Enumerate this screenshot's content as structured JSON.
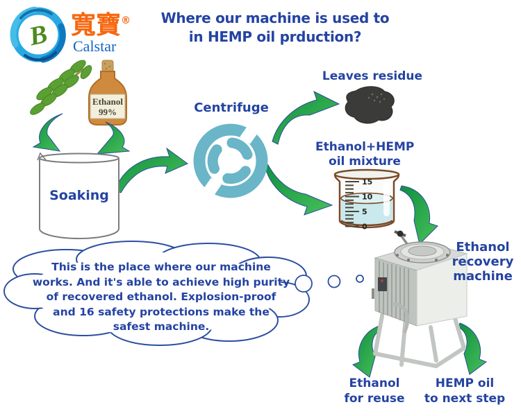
{
  "logo": {
    "chinese": "寬寶",
    "registered": "®",
    "english": "Calstar",
    "monogram": "B"
  },
  "title": {
    "line1": "Where our machine is used to",
    "line2": "in HEMP oil prduction?"
  },
  "labels": {
    "centrifuge": "Centrifuge",
    "leaves_residue": "Leaves residue",
    "mixture": {
      "line1": "Ethanol+HEMP",
      "line2": "oil mixture"
    },
    "soaking": "Soaking",
    "machine": {
      "line1": "Ethanol",
      "line2": "recovery",
      "line3": "machine"
    },
    "ethanol_reuse": {
      "line1": "Ethanol",
      "line2": "for reuse"
    },
    "hemp_next": {
      "line1": "HEMP oil",
      "line2": "to next step"
    }
  },
  "bottle": {
    "line1": "Ethanol",
    "line2": "99%"
  },
  "beaker_scale": {
    "t15": "15",
    "t10": "10",
    "t5": "5",
    "t0": "0"
  },
  "speech": {
    "lines": [
      "This is the place where our machine",
      "works. And it's able to achieve high purity",
      "of recovered ethanol. Explosion-proof",
      "and 16 safety protections make the",
      "safest machine."
    ]
  },
  "colors": {
    "text_blue": "#2443a2",
    "brand_orange": "#f6670f",
    "brand_blue": "#1565c5",
    "arrow_green_dark": "#0e8f3f",
    "arrow_green_light": "#49c05a",
    "centrifuge_teal": "#6ab5c8",
    "liquid_blue": "#c9e9ec",
    "bottle_orange": "#d08a3e",
    "beaker_outline_brown": "#7a4a28",
    "residue_black": "#3b3b39",
    "leaf_green": "#5ba032"
  }
}
